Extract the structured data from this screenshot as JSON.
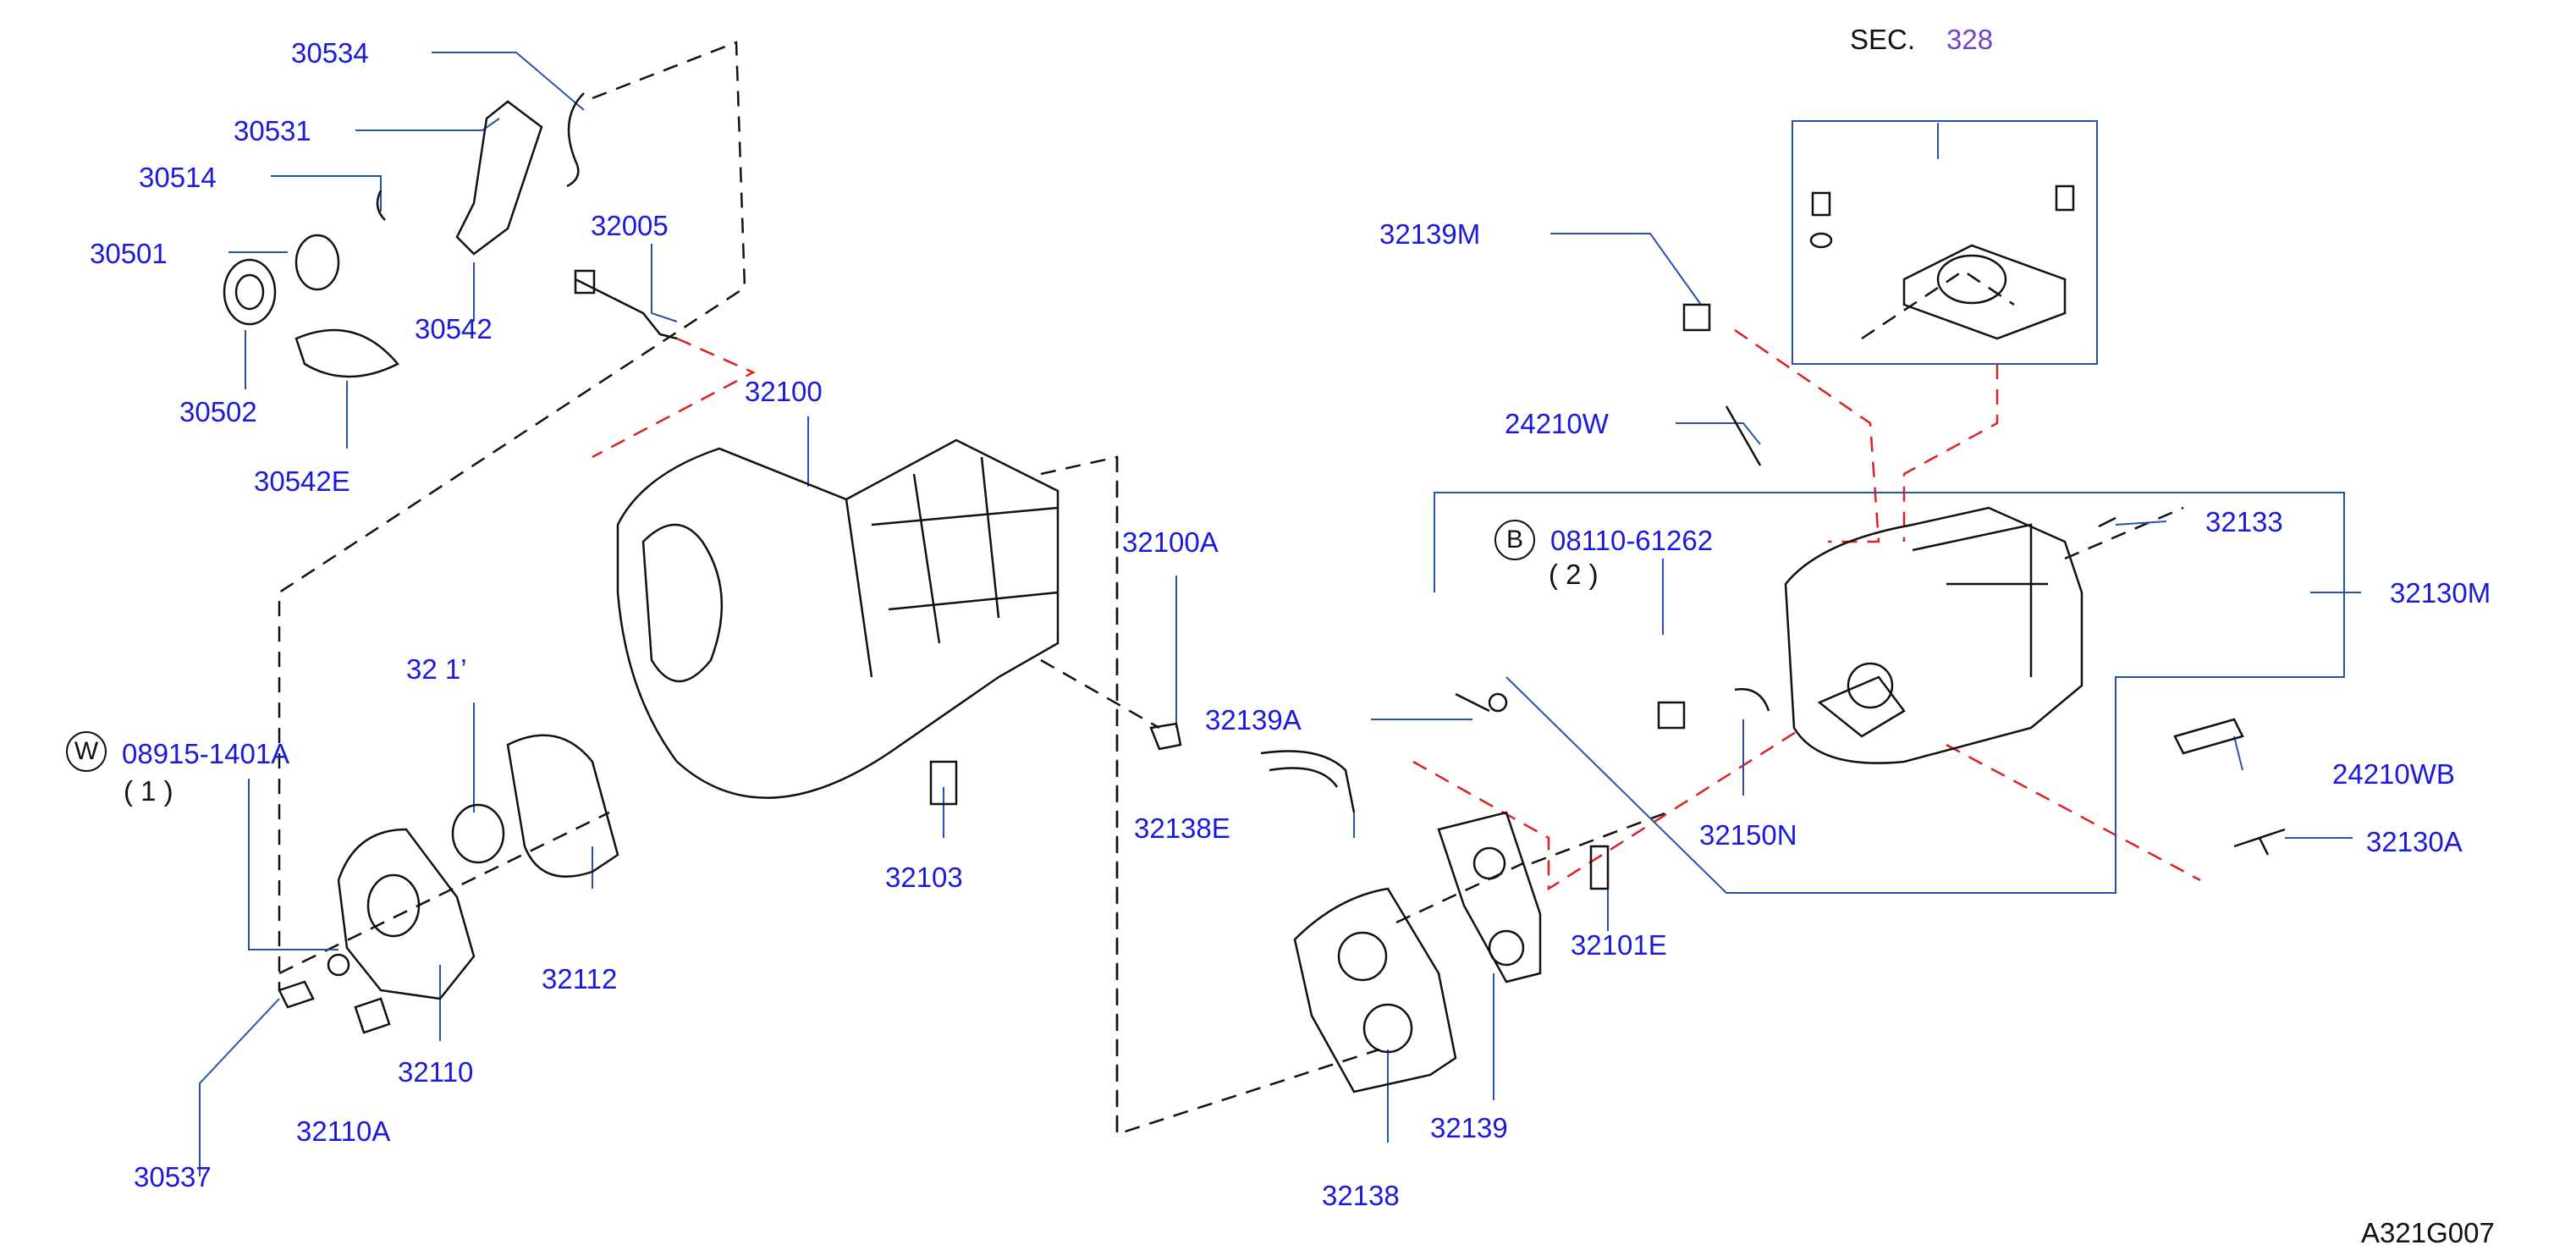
{
  "section": {
    "prefix": "SEC.",
    "number": "328"
  },
  "drawing_code": "A321G007",
  "callout_letters": {
    "w": "W",
    "b": "B"
  },
  "quantities": {
    "w_qty": "( 1 )",
    "b_qty": "( 2 )"
  },
  "colors": {
    "label": "#1a1adc",
    "leader": "#2a50b0",
    "dash": "#000000",
    "red_dash": "#e02020",
    "section_ref": "#7a3fc8",
    "outline": "#111111"
  },
  "parts": {
    "p30534": "30534",
    "p30531": "30531",
    "p30514": "30514",
    "p30501": "30501",
    "p30542": "30542",
    "p30502": "30502",
    "p30542E": "30542E",
    "p32005": "32005",
    "p32100": "32100",
    "p32100A": "32100A",
    "p32103": "32103",
    "p32113": "32 1’",
    "p32112": "32112",
    "p32110": "32110",
    "p32110A": "32110A",
    "p30537": "30537",
    "p08915": "08915-1401A",
    "p32139M": "32139M",
    "p24210W": "24210W",
    "p08110": "08110-61262",
    "p32133": "32133",
    "p32130M": "32130M",
    "p32139A": "32139A",
    "p32138E": "32138E",
    "p32150N": "32150N",
    "p24210WB": "24210WB",
    "p32130A": "32130A",
    "p32101E": "32101E",
    "p32139": "32139",
    "p32138": "32138"
  }
}
